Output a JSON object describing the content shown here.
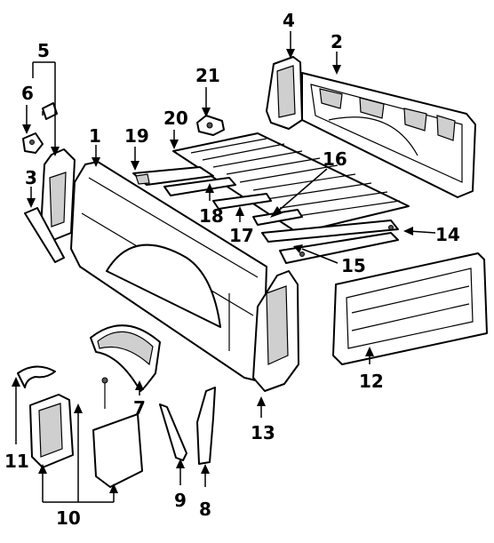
{
  "callouts": {
    "c1": "1",
    "c2": "2",
    "c3": "3",
    "c4": "4",
    "c5": "5",
    "c6": "6",
    "c7": "7",
    "c8": "8",
    "c9": "9",
    "c10": "10",
    "c11": "11",
    "c12": "12",
    "c13": "13",
    "c14": "14",
    "c15": "15",
    "c16": "16",
    "c17": "17",
    "c18": "18",
    "c19": "19",
    "c20": "20",
    "c21": "21"
  },
  "colors": {
    "line": "#000000",
    "background": "#ffffff",
    "shade": "#cfcfcf"
  }
}
